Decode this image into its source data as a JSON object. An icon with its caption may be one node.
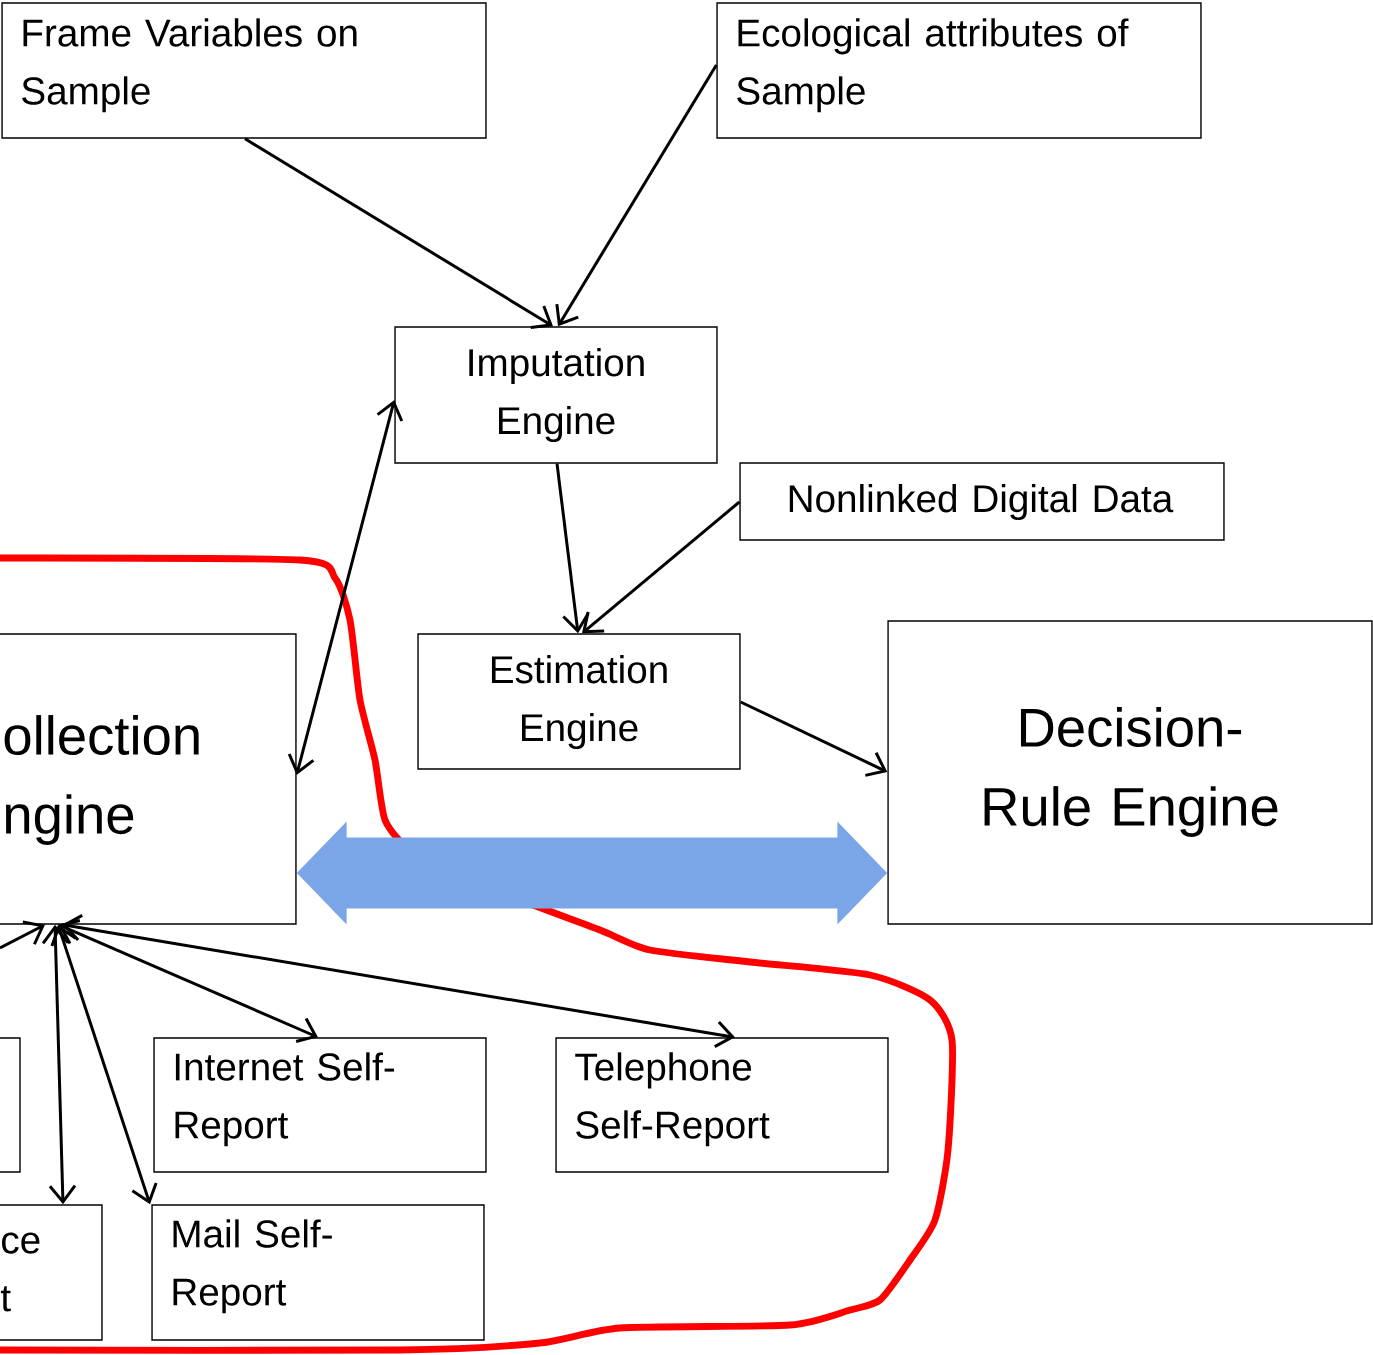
{
  "diagram": {
    "nodes": [
      {
        "text": [
          "Frame Variables on Sample"
        ]
      },
      {
        "text": [
          "Ecological attributes of Sample"
        ]
      },
      {
        "text": [
          "Imputation Engine"
        ]
      },
      {
        "text": [
          "Nonlinked Digital Data"
        ]
      },
      {
        "text": [
          "Estimation Engine"
        ]
      },
      {
        "text": [
          "ollection ngine"
        ]
      },
      {
        "text": [
          "Decision-Rule Engine"
        ]
      },
      {
        "text": [],
        "shape": "box"
      },
      {
        "text": [
          "Internet Self-Report"
        ]
      },
      {
        "text": [
          "Telephone Self-Report"
        ]
      },
      {
        "text": [
          "ce t"
        ]
      },
      {
        "text": [
          "Mail Self-Report"
        ]
      }
    ],
    "edges": [
      {
        "from": 0,
        "to": 2,
        "arrow": "to"
      },
      {
        "from": 1,
        "to": 2,
        "arrow": "to"
      },
      {
        "from": 2,
        "to": 5,
        "arrow": "both"
      },
      {
        "from": 2,
        "to": 4,
        "arrow": "to"
      },
      {
        "from": 3,
        "to": 4,
        "arrow": "to"
      },
      {
        "from": 4,
        "to": 6,
        "arrow": "to"
      },
      {
        "from": 5,
        "to": 6,
        "arrow": "both",
        "style": "thick",
        "color": "#7aa5e6"
      },
      {
        "from": null,
        "to": 5,
        "arrow": "to"
      },
      {
        "from": 5,
        "to": 8,
        "arrow": "both"
      },
      {
        "from": 5,
        "to": 9,
        "arrow": "both"
      },
      {
        "from": 5,
        "to": 10,
        "arrow": "both"
      },
      {
        "from": 5,
        "to": 11,
        "arrow": "both"
      }
    ]
  }
}
